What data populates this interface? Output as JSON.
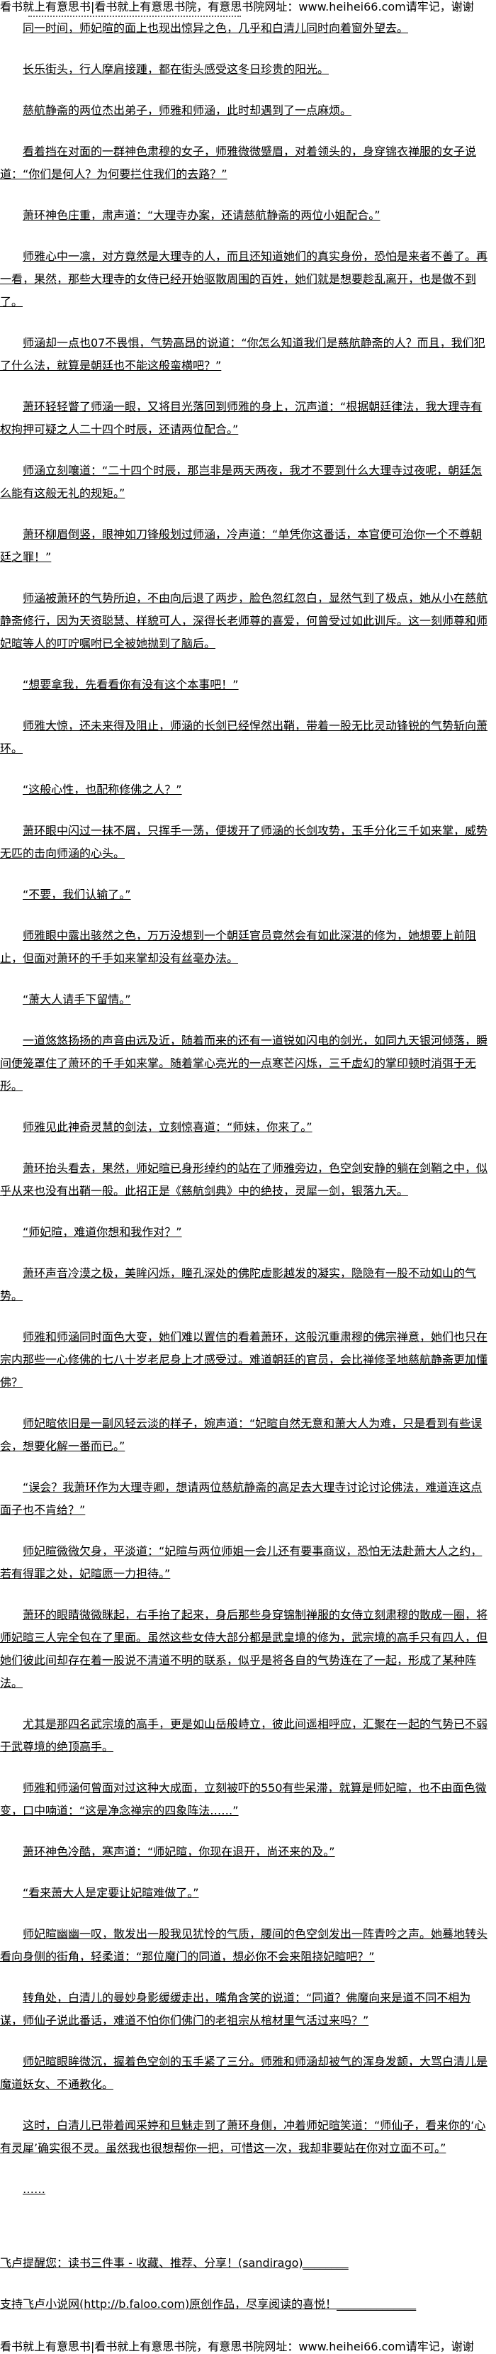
{
  "banner": "看书就上有意思书|看书就上有意思书院，有意思书院网址：www.heihei66.com请牢记，谢谢",
  "main": {
    "paragraphs": [
      "同一时间，师妃暄的面上也现出惊异之色，几乎和白清儿同时向着窗外望去。",
      "长乐街头，行人摩肩接踵，都在街头感受这冬日珍贵的阳光。",
      "慈航静斋的两位杰出弟子，师雅和师涵，此时却遇到了一点麻烦。",
      "看着挡在对面的一群神色肃穆的女子，师雅微微蹙眉，对着领头的，身穿锦衣禅服的女子说道：“你们是何人？为何要拦住我们的去路？”",
      "萧环神色庄重，肃声道：“大理寺办案，还请慈航静斋的两位小姐配合。”",
      "师雅心中一凛，对方竟然是大理寺的人，而且还知道她们的真实身份，恐怕是来者不善了。再一看，果然，那些大理寺的女侍已经开始驱散周围的百姓，她们就是想要趁乱离开，也是做不到了。",
      "师涵却一点也07不畏惧，气势高昂的说道：“你怎么知道我们是慈航静斋的人？而且，我们犯了什么法，就算是朝廷也不能这般蛮横吧？”",
      "萧环轻轻瞥了师涵一眼，又将目光落回到师雅的身上，沉声道：“根据朝廷律法，我大理寺有权拘押可疑之人二十四个时辰，还请两位配合。”",
      "师涵立刻嚷道：“二十四个时辰，那岂非是两天两夜，我才不要到什么大理寺过夜呢，朝廷怎么能有这般无礼的规矩。”",
      "萧环柳眉倒竖，眼神如刀锋般划过师涵，冷声道：“单凭你这番话，本官便可治你一个不尊朝廷之罪！”",
      "师涵被萧环的气势所迫，不由向后退了两步，脸色忽红忽白，显然气到了极点，她从小在慈航静斋修行，因为天资聪慧、样貌可人，深得长老师尊的喜爱，何曾受过如此训斥。这一刻师尊和师妃暄等人的叮咛嘱咐已全被她抛到了脑后。",
      "“想要拿我，先看看你有没有这个本事吧！”",
      "师雅大惊，还未来得及阻止，师涵的长剑已经悍然出鞘，带着一股无比灵动锋锐的气势斩向萧环。",
      "“这般心性，也配称修佛之人？”",
      "萧环眼中闪过一抹不屑，只挥手一荡，便拨开了师涵的长剑攻势，玉手分化三千如来掌，威势无匹的击向师涵的心头。",
      "“不要，我们认输了。”",
      "师雅眼中露出骇然之色，万万没想到一个朝廷官员竟然会有如此深湛的修为，她想要上前阻止，但面对萧环的千手如来掌却没有丝毫办法。",
      "“萧大人请手下留情。”",
      "一道悠悠扬扬的声音由远及近，随着而来的还有一道锐如闪电的剑光，如同九天银河倾落，瞬间便笼罩住了萧环的千手如来掌。随着掌心亮光的一点寒芒闪烁，三千虚幻的掌印顿时消弭于无形。",
      "师雅见此神奇灵慧的剑法，立刻惊喜道：“师妹，你来了。”",
      "萧环抬头看去，果然，师妃暄已身形绰约的站在了师雅旁边，色空剑安静的躺在剑鞘之中，似乎从来也没有出鞘一般。此招正是《慈航剑典》中的绝技，灵犀一剑，银落九天。",
      "“师妃暄，难道你想和我作对？”",
      "萧环声音冷漠之极，美眸闪烁，瞳孔深处的佛陀虚影越发的凝实，隐隐有一股不动如山的气势。",
      "师雅和师涵同时面色大变，她们难以置信的看着萧环，这般沉重肃穆的佛宗禅意，她们也只在宗内那些一心修佛的七八十岁老尼身上才感受过。难道朝廷的官员，会比禅修圣地慈航静斋更加懂佛？",
      "师妃暄依旧是一副风轻云淡的样子，婉声道：“妃暄自然无意和萧大人为难，只是看到有些误会，想要化解一番而已。”",
      "“误会？我萧环作为大理寺卿，想请两位慈航静斋的高足去大理寺讨论讨论佛法，难道连这点面子也不肯给？”",
      "师妃暄微微欠身，平淡道：“妃暄与两位师姐一会儿还有要事商议，恐怕无法赴萧大人之约，若有得罪之处，妃暄愿一力担待。”",
      "萧环的眼睛微微眯起，右手抬了起来，身后那些身穿锦制禅服的女侍立刻肃穆的散成一圈，将师妃暄三人完全包在了里面。虽然这些女侍大部分都是武皇境的修为，武宗境的高手只有四人，但她们彼此间却存在着一股说不清道不明的联系，似乎是将各自的气势连在了一起，形成了某种阵法。",
      "尤其是那四名武宗境的高手，更是如山岳般峙立，彼此间遥相呼应，汇聚在一起的气势已不弱于武尊境的绝顶高手。",
      "师雅和师涵何曾面对过这种大成面，立刻被吓的550有些呆滞，就算是师妃暄，也不由面色微变，口中喃道：“这是净念禅宗的四象阵法……”",
      "萧环神色冷酷，寒声道：“师妃暄，你现在退开，尚还来的及。”",
      "“看来萧大人是定要让妃暄难做了。”",
      "师妃暄幽幽一叹，散发出一股我见犹怜的气质，腰间的色空剑发出一阵青吟之声。她蓦地转头看向身侧的街角，轻柔道：“那位魔门的同道，想必你不会来阻挠妃暄吧？”",
      "转角处，白清儿的曼妙身影缓缓走出，嘴角含笑的说道：“同道？佛魔向来是道不同不相为谋，师仙子说此番话，难道不怕你们佛门的老祖宗从棺材里气活过来吗？”",
      "师妃暄眼眸微沉，握着色空剑的玉手紧了三分。师雅和师涵却被气的浑身发颤，大骂白清儿是魔道妖女、不通教化。",
      "这时，白清儿已带着闻采婷和旦魅走到了萧环身侧，冲着师妃暄笑道：“师仙子，看来你的‘心有灵犀’确实很不灵。虽然我也很想帮你一把，可惜这一次，我却非要站在你对立面不可。”",
      "……"
    ]
  },
  "footer": {
    "reminder": "飞卢提醒您：读书三件事 - 收藏、推荐、分享！(sandirago)________",
    "support": "支持飞卢小说网(http://b.faloo.com)原创作品，尽享阅读的喜悦！______________"
  }
}
